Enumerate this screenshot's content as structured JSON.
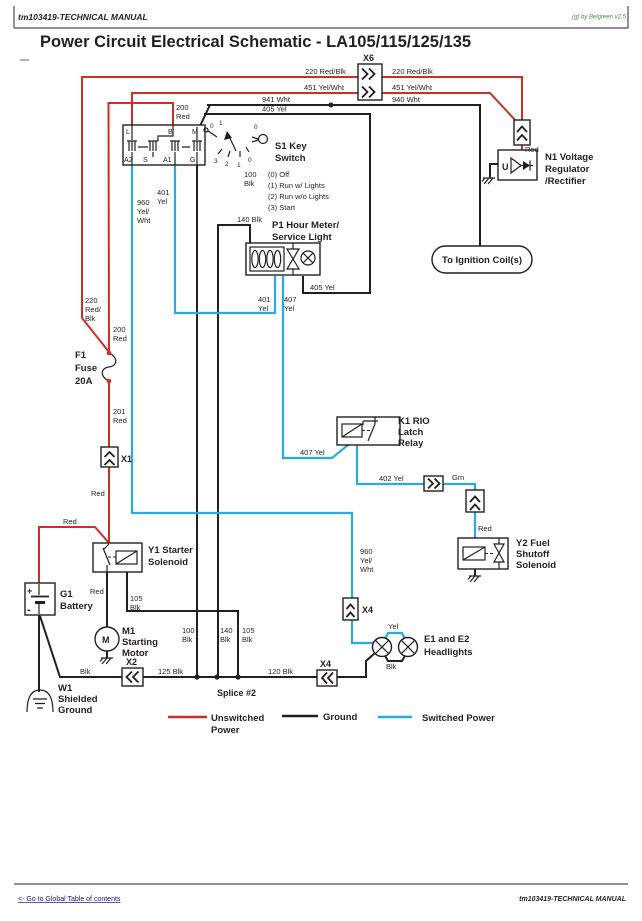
{
  "header": {
    "manual_ref": "tm103419-TECHNICAL MANUAL",
    "credit": "(g) by Belgreen v2.5",
    "title": "Power Circuit Electrical Schematic - LA105/115/125/135"
  },
  "footer": {
    "toc_link": "<- Go to Global Table of contents",
    "manual_ref": "tm103419-TECHNICAL MANUAL"
  },
  "legend": {
    "unswitched": [
      "Unswitched",
      "Power"
    ],
    "ground": "Ground",
    "switched": "Switched Power"
  },
  "colors": {
    "unswitched_power": "#cc2e28",
    "ground": "#231f20",
    "switched_power": "#29abe2"
  },
  "connectors": {
    "x6": "X6",
    "x1": "X1",
    "x2": "X2",
    "x4_head": "X4",
    "x4_bus": "X4"
  },
  "components": {
    "s1": {
      "name": [
        "S1 Key",
        "Switch"
      ],
      "positions": [
        "(0) Off",
        "(1) Run w/ Lights",
        "(2) Run w/o Lights",
        "(3) Start"
      ],
      "terminals_top": [
        "L",
        "B",
        "M"
      ],
      "terminals_bottom": [
        "A2",
        "S",
        "A1",
        "G"
      ],
      "dial": {
        "top_left": [
          "0",
          "1"
        ],
        "top_right": "0",
        "fan": [
          "3",
          "2",
          "1",
          "0"
        ]
      }
    },
    "p1": {
      "name": [
        "P1 Hour Meter/",
        "Service Light"
      ]
    },
    "n1": {
      "name": [
        "N1 Voltage",
        "Regulator",
        "/Rectifier"
      ],
      "symbol_letter": "U"
    },
    "ignition": {
      "name": "To Ignition Coil(s)"
    },
    "f1": {
      "name": [
        "F1",
        "Fuse",
        "20A"
      ]
    },
    "k1": {
      "name": [
        "K1 RIO",
        "Latch",
        "Relay"
      ]
    },
    "y1": {
      "name": [
        "Y1 Starter",
        "Solenoid"
      ]
    },
    "y2": {
      "name": [
        "Y2 Fuel",
        "Shutoff",
        "Solenoid"
      ]
    },
    "g1": {
      "name": [
        "G1",
        "Battery"
      ],
      "plus": "+",
      "minus": "-"
    },
    "m1": {
      "name": [
        "M1",
        "Starting",
        "Motor"
      ],
      "symbol_letter": "M"
    },
    "w1": {
      "name": [
        "W1",
        "Shielded",
        "Ground"
      ]
    },
    "e1": {
      "name": [
        "E1 and E2",
        "Headlights"
      ]
    },
    "splice": {
      "name": "Splice #2"
    }
  },
  "wires": {
    "w220_left": "220 Red/Blk",
    "w451_left": "451 Yel/Wht",
    "w941": "941 Wht",
    "w405_top": "405 Yel",
    "w220_right": "220 Red/Blk",
    "w451_right": "451 Yel/Wht",
    "w940": "940 Wht",
    "w200_corner": [
      "200",
      "Red"
    ],
    "w220_side": [
      "220",
      "Red/",
      "Blk"
    ],
    "w200_side": [
      "200",
      "Red"
    ],
    "w201": [
      "201",
      "Red"
    ],
    "red_x1": "Red",
    "red_bat": "Red",
    "red_y1": "Red",
    "red_y2": "Red",
    "red_n1": "Red",
    "w105_y1": [
      "105",
      "Blk"
    ],
    "w100_g": [
      "100",
      "Blk"
    ],
    "w401_a1": [
      "401",
      "Yel"
    ],
    "w960_a2": [
      "960",
      "Yel/",
      "Wht"
    ],
    "w140_top": "140 Blk",
    "w401_p1": [
      "401",
      "Yel"
    ],
    "w407_p1": [
      "407",
      "Yel"
    ],
    "w405_bot": "405 Yel",
    "w407_k1": "407 Yel",
    "w402": "402 Yel",
    "gm": "Gm",
    "w960_x4": [
      "960",
      "Yel/",
      "Wht"
    ],
    "yel_lamp": "Yel",
    "blk_lamp": "Blk",
    "w120": "120 Blk",
    "w125": "125 Blk",
    "blk_x2": "Blk",
    "w100_splice": [
      "100",
      "Blk"
    ],
    "w140_splice": [
      "140",
      "Blk"
    ],
    "w105_splice": [
      "105",
      "Blk"
    ]
  }
}
